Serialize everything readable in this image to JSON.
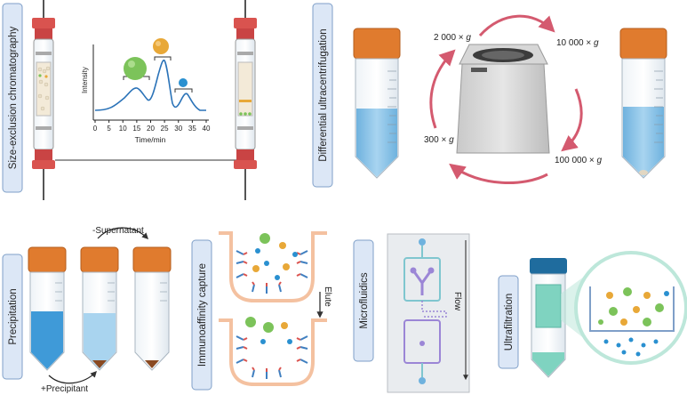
{
  "methods": {
    "sec": "Size-exclusion chromatography",
    "duc": "Differential ultracentrifugation",
    "precipitation": "Precipitation",
    "immunoaffinity": "Immunoaffinity capture",
    "microfluidics": "Microfluidics",
    "ultrafiltration": "Ultrafiltration"
  },
  "chromatogram": {
    "ylabel": "Intensity",
    "xlabel": "Time/min",
    "xticks": [
      "0",
      "5",
      "10",
      "15",
      "20",
      "25",
      "30",
      "35",
      "40"
    ]
  },
  "centrifuge": {
    "speeds": [
      {
        "value": "2 000 × ",
        "unit": "g"
      },
      {
        "value": "10 000 × ",
        "unit": "g"
      },
      {
        "value": "100 000 × ",
        "unit": "g"
      },
      {
        "value": "300 × ",
        "unit": "g"
      }
    ]
  },
  "precip_labels": {
    "supernatant": "-Supernatant",
    "precipitant": "+Precipitant"
  },
  "elute_label": "Elute",
  "flow_label": "Flow",
  "colors": {
    "label_box_fill": "#dce7f6",
    "label_box_stroke": "#7f9fc8",
    "arrow_pink": "#d45a6f",
    "cap_orange": "#e07b2e",
    "cap_blue": "#1f6c9e",
    "liquid_blue": "#7fbde6",
    "trace_blue": "#2b73b8",
    "green_ev": "#7cc35a",
    "orange_ev": "#e8a838",
    "blue_ev": "#2a90d0",
    "antibody_red": "#d9534f",
    "antibody_blue": "#3f7fc0",
    "chip_teal": "#7fc6cf",
    "chip_purple": "#9b86d6"
  }
}
